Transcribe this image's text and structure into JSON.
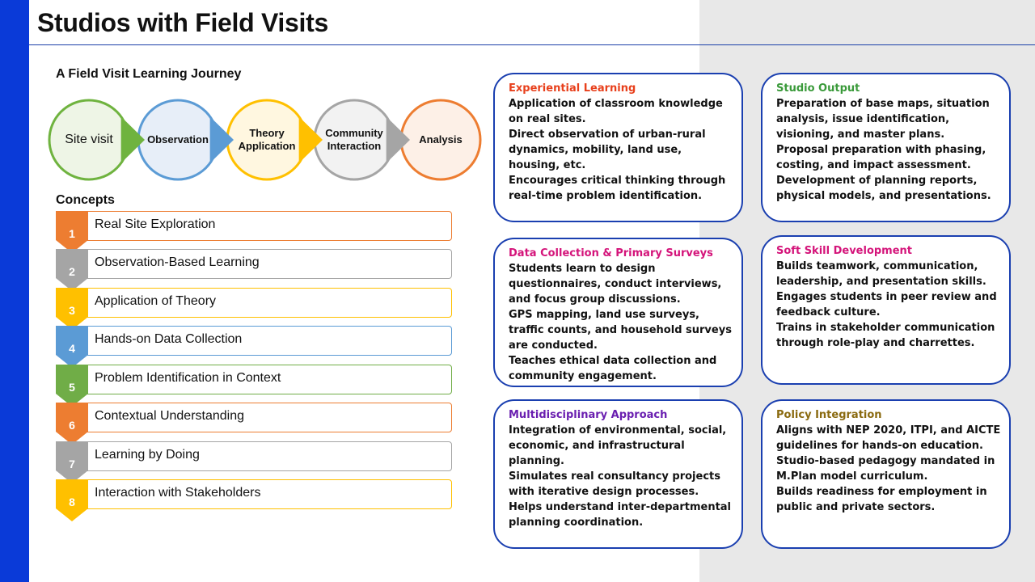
{
  "slide": {
    "title": "Studios with Field Visits"
  },
  "journey": {
    "heading": "A Field Visit Learning Journey",
    "steps": [
      {
        "label": "Site visit",
        "color": "#6fb33f",
        "fill": "#eef5e6"
      },
      {
        "label": "Observation",
        "color": "#5b9bd5",
        "fill": "#e7eef8"
      },
      {
        "label": "Theory Application",
        "color": "#ffc000",
        "fill": "#fff7e0"
      },
      {
        "label": "Community Interaction",
        "color": "#a5a5a5",
        "fill": "#f2f2f2"
      },
      {
        "label": "Analysis",
        "color": "#ed7d31",
        "fill": "#fdf0e7"
      }
    ]
  },
  "concepts": {
    "heading": "Concepts",
    "items": [
      {
        "num": "1",
        "label": "Real Site Exploration",
        "color": "#ed7d31"
      },
      {
        "num": "2",
        "label": "Observation-Based Learning",
        "color": "#a5a5a5"
      },
      {
        "num": "3",
        "label": "Application of Theory",
        "color": "#ffc000"
      },
      {
        "num": "4",
        "label": "Hands-on Data Collection",
        "color": "#5b9bd5"
      },
      {
        "num": "5",
        "label": "Problem Identification in Context",
        "color": "#70ad47"
      },
      {
        "num": "6",
        "label": "Contextual Understanding",
        "color": "#ed7d31"
      },
      {
        "num": "7",
        "label": "Learning by Doing",
        "color": "#a5a5a5"
      },
      {
        "num": "8",
        "label": "Interaction with Stakeholders",
        "color": "#ffc000"
      }
    ]
  },
  "cards": {
    "experiential": {
      "title": "Experiential Learning",
      "title_color": "#e8401c",
      "lines": [
        "Application of classroom knowledge on real sites.",
        "Direct observation of urban-rural dynamics, mobility, land use, housing, etc.",
        "Encourages critical thinking through real-time problem identification."
      ]
    },
    "studio_output": {
      "title": "Studio Output",
      "title_color": "#3a9a3a",
      "lines": [
        "Preparation of base maps, situation analysis, issue identification, visioning, and master plans.",
        "Proposal preparation with phasing, costing, and impact assessment.",
        "Development of planning reports, physical models, and presentations."
      ]
    },
    "data_collection": {
      "title": "Data Collection & Primary Surveys",
      "title_color": "#d4147a",
      "lines": [
        "Students learn to design questionnaires, conduct interviews, and focus group discussions.",
        "GPS mapping, land use surveys, traffic counts, and household surveys are conducted.",
        "Teaches ethical data collection and community engagement."
      ]
    },
    "soft_skill": {
      "title": "Soft Skill Development",
      "title_color": "#d4147a",
      "lines": [
        "Builds teamwork, communication, leadership, and presentation skills.",
        "Engages students in peer review and feedback culture.",
        "Trains in stakeholder communication through role-play and charrettes."
      ]
    },
    "multidisciplinary": {
      "title": "Multidisciplinary Approach",
      "title_color": "#6a1fb0",
      "lines": [
        "Integration of environmental, social, economic, and infrastructural planning.",
        "Simulates real consultancy projects with iterative design processes.",
        "Helps understand inter-departmental planning coordination."
      ]
    },
    "policy": {
      "title": "Policy Integration",
      "title_color": "#8a6a10",
      "lines": [
        "Aligns with NEP 2020, ITPI, and AICTE guidelines for hands-on education.",
        "Studio-based pedagogy mandated in M.Plan model curriculum.",
        "Builds readiness for employment in public and private sectors."
      ]
    }
  }
}
